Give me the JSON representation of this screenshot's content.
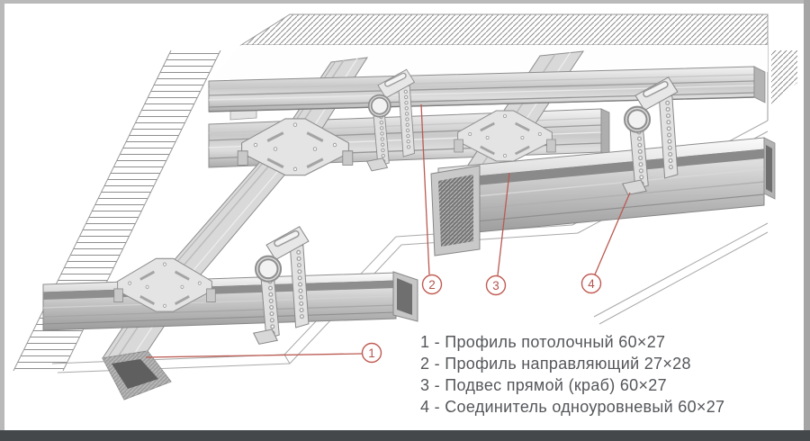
{
  "frame": {
    "border_color": "#b9b9b9",
    "right_border_color": "#a5a5a5",
    "bottom_bar_color": "#45484b"
  },
  "diagram": {
    "type": "suspended-ceiling-frame-isometric",
    "legend": {
      "items": [
        "1 - Профиль потолочный 60×27",
        "2 - Профиль направляющий 27×28",
        "3 - Подвес прямой (краб) 60×27",
        "4 - Соединитель одноуровневый 60×27"
      ]
    },
    "callouts": {
      "c1": "1",
      "c2": "2",
      "c3": "3",
      "c4": "4"
    },
    "colors": {
      "leader_red": "#bb5a52",
      "callout_red": "#b5544e",
      "metal_light": "#e6e6e6",
      "metal_mid": "#c6c6c6",
      "metal_dark": "#6f6f6f",
      "hatch_gray": "#8c8c8c",
      "text_gray": "#54565a"
    }
  }
}
